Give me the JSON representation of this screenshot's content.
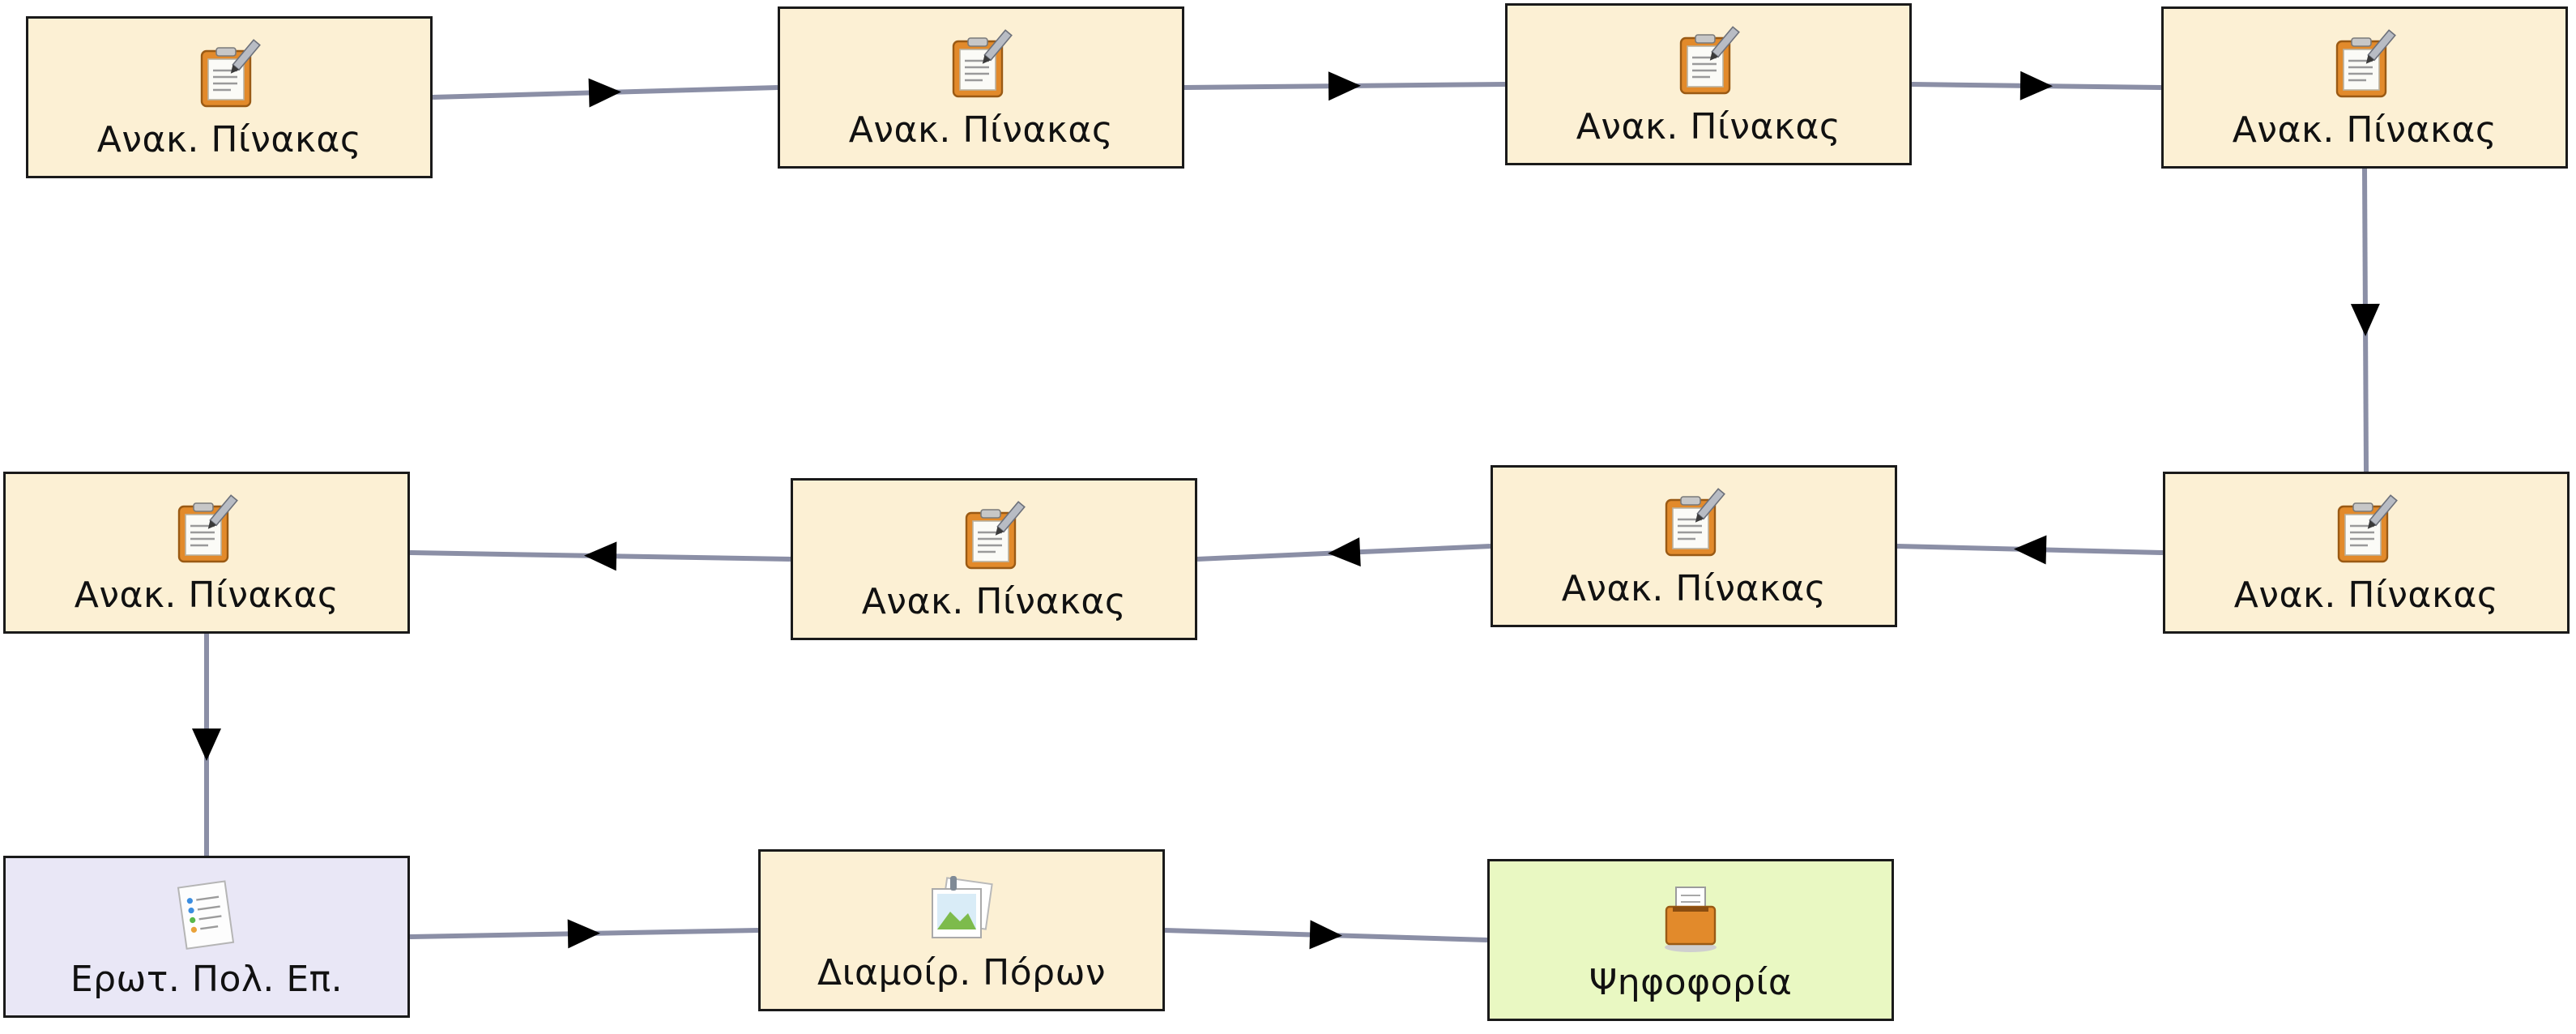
{
  "diagram": {
    "nodes": [
      {
        "id": "n1",
        "label": "Ανακ. Πίνακας",
        "icon": "clipboard-pencil-icon",
        "fill": "default"
      },
      {
        "id": "n2",
        "label": "Ανακ. Πίνακας",
        "icon": "clipboard-pencil-icon",
        "fill": "default"
      },
      {
        "id": "n3",
        "label": "Ανακ. Πίνακας",
        "icon": "clipboard-pencil-icon",
        "fill": "default"
      },
      {
        "id": "n4",
        "label": "Ανακ. Πίνακας",
        "icon": "clipboard-pencil-icon",
        "fill": "default"
      },
      {
        "id": "n5",
        "label": "Ανακ. Πίνακας",
        "icon": "clipboard-pencil-icon",
        "fill": "default"
      },
      {
        "id": "n6",
        "label": "Ανακ. Πίνακας",
        "icon": "clipboard-pencil-icon",
        "fill": "default"
      },
      {
        "id": "n7",
        "label": "Ανακ. Πίνακας",
        "icon": "clipboard-pencil-icon",
        "fill": "default"
      },
      {
        "id": "n8",
        "label": "Ανακ. Πίνακας",
        "icon": "clipboard-pencil-icon",
        "fill": "default"
      },
      {
        "id": "n9",
        "label": "Ερωτ. Πολ. Επ.",
        "icon": "checklist-icon",
        "fill": "purple"
      },
      {
        "id": "n10",
        "label": "Διαμοίρ. Πόρων",
        "icon": "image-gallery-icon",
        "fill": "default"
      },
      {
        "id": "n11",
        "label": "Ψηφοφορία",
        "icon": "ballot-box-icon",
        "fill": "green"
      }
    ],
    "edges": [
      {
        "from": "n1",
        "to": "n2"
      },
      {
        "from": "n2",
        "to": "n3"
      },
      {
        "from": "n3",
        "to": "n4"
      },
      {
        "from": "n4",
        "to": "n5"
      },
      {
        "from": "n5",
        "to": "n6"
      },
      {
        "from": "n6",
        "to": "n7"
      },
      {
        "from": "n7",
        "to": "n8"
      },
      {
        "from": "n8",
        "to": "n9"
      },
      {
        "from": "n9",
        "to": "n10"
      },
      {
        "from": "n10",
        "to": "n11"
      }
    ],
    "colors": {
      "node_fill": "#fcf0d4",
      "node_fill_purple": "#e9e7f6",
      "node_fill_green": "#e9f8c2",
      "node_border": "#1a1a1a",
      "edge": "#8b8fa6",
      "arrowhead": "#000000"
    }
  }
}
